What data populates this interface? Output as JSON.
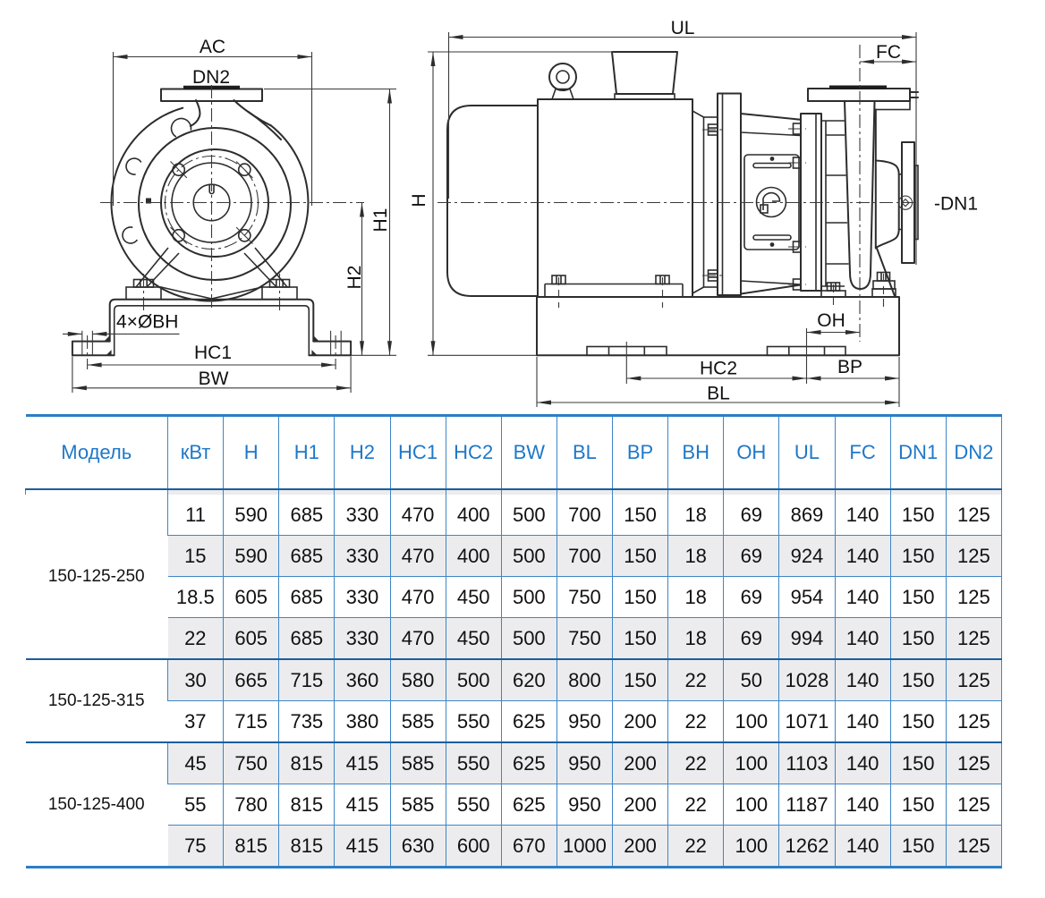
{
  "drawing": {
    "line_color": "#2d2d2d",
    "front_view": {
      "labels": {
        "ac": "AC",
        "dn2": "DN2",
        "h1": "H1",
        "h2": "H2",
        "bolt_holes": "4×ØBH",
        "hc1": "HC1",
        "bw": "BW"
      }
    },
    "side_view": {
      "labels": {
        "ul": "UL",
        "fc": "FC",
        "h": "H",
        "dn1": "-DN1",
        "oh": "OH",
        "hc2": "HC2",
        "bp": "BP",
        "bl": "BL"
      }
    }
  },
  "table": {
    "columns": [
      "Модель",
      "кВт",
      "H",
      "H1",
      "H2",
      "HC1",
      "HC2",
      "BW",
      "BL",
      "BP",
      "BH",
      "OH",
      "UL",
      "FC",
      "DN1",
      "DN2"
    ],
    "groups": [
      {
        "model": "150-125-250",
        "rows": [
          [
            "11",
            "590",
            "685",
            "330",
            "470",
            "400",
            "500",
            "700",
            "150",
            "18",
            "69",
            "869",
            "140",
            "150",
            "125"
          ],
          [
            "15",
            "590",
            "685",
            "330",
            "470",
            "400",
            "500",
            "700",
            "150",
            "18",
            "69",
            "924",
            "140",
            "150",
            "125"
          ],
          [
            "18.5",
            "605",
            "685",
            "330",
            "470",
            "450",
            "500",
            "750",
            "150",
            "18",
            "69",
            "954",
            "140",
            "150",
            "125"
          ],
          [
            "22",
            "605",
            "685",
            "330",
            "470",
            "450",
            "500",
            "750",
            "150",
            "18",
            "69",
            "994",
            "140",
            "150",
            "125"
          ]
        ]
      },
      {
        "model": "150-125-315",
        "rows": [
          [
            "30",
            "665",
            "715",
            "360",
            "580",
            "500",
            "620",
            "800",
            "150",
            "22",
            "50",
            "1028",
            "140",
            "150",
            "125"
          ],
          [
            "37",
            "715",
            "735",
            "380",
            "585",
            "550",
            "625",
            "950",
            "200",
            "22",
            "100",
            "1071",
            "140",
            "150",
            "125"
          ]
        ]
      },
      {
        "model": "150-125-400",
        "rows": [
          [
            "45",
            "750",
            "815",
            "415",
            "585",
            "550",
            "625",
            "950",
            "200",
            "22",
            "100",
            "1103",
            "140",
            "150",
            "125"
          ],
          [
            "55",
            "780",
            "815",
            "415",
            "585",
            "550",
            "625",
            "950",
            "200",
            "22",
            "100",
            "1187",
            "140",
            "150",
            "125"
          ],
          [
            "75",
            "815",
            "815",
            "415",
            "630",
            "600",
            "670",
            "1000",
            "200",
            "22",
            "100",
            "1262",
            "140",
            "150",
            "125"
          ]
        ]
      }
    ],
    "colors": {
      "grid": "#3e86c6",
      "grid_strong": "#2b7ec6",
      "divider": "#1a5e9e",
      "header_text": "#1e78c8",
      "row_shade": "#ececee"
    }
  }
}
